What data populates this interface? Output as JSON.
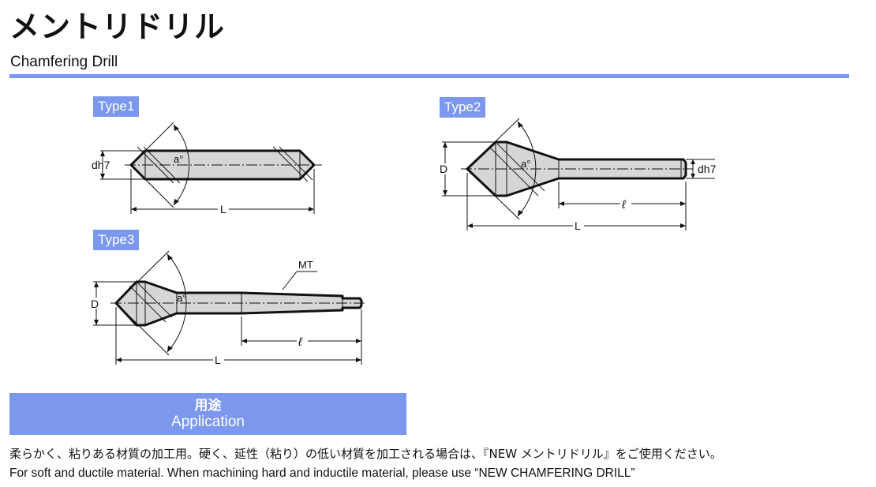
{
  "header": {
    "title_jp": "メントリドリル",
    "title_en": "Chamfering Drill"
  },
  "types": [
    {
      "badge": "Type1",
      "labels": {
        "diameter": "dh7",
        "angle": "a°",
        "length": "L"
      }
    },
    {
      "badge": "Type2",
      "labels": {
        "diameter": "D",
        "angle": "a°",
        "shank_diameter": "dh7",
        "flute_length": "ℓ",
        "length": "L"
      }
    },
    {
      "badge": "Type3",
      "labels": {
        "diameter": "D",
        "angle": "a°",
        "taper": "MT",
        "flute_length": "ℓ",
        "length": "L"
      }
    }
  ],
  "application": {
    "heading_jp": "用途",
    "heading_en": "Application",
    "text_jp": "柔らかく、粘りある材質の加工用。硬く、延性（粘り）の低い材質を加工される場合は、『NEW メントリドリル』をご使用ください。",
    "text_en": "For soft and ductile material. When machining hard and inductile material, please use “NEW CHAMFERING DRILL”"
  },
  "colors": {
    "accent": "#7b98ee",
    "tool_fill": "#d6d6d6",
    "text": "#111111"
  }
}
